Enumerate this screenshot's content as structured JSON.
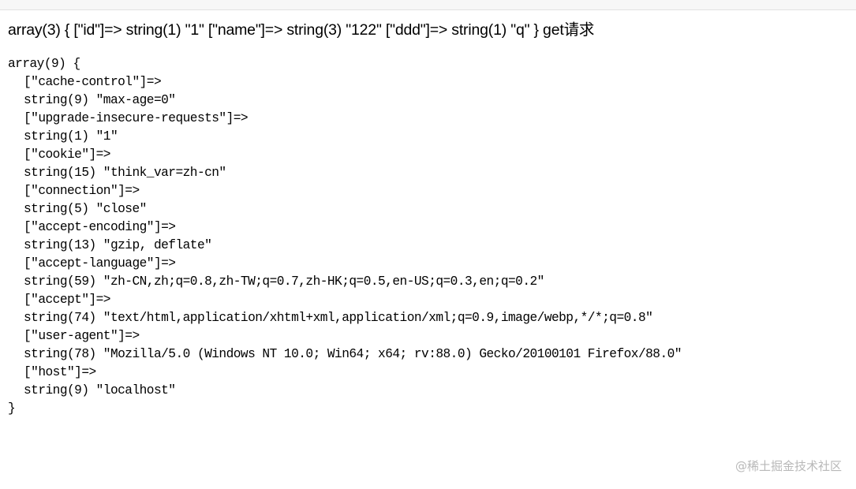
{
  "heading": "array(3) { [\"id\"]=> string(1) \"1\" [\"name\"]=> string(3) \"122\" [\"ddd\"]=> string(1) \"q\" } get请求",
  "dump": {
    "open": "array(9) {",
    "lines": [
      "[\"cache-control\"]=>",
      "string(9) \"max-age=0\"",
      "[\"upgrade-insecure-requests\"]=>",
      "string(1) \"1\"",
      "[\"cookie\"]=>",
      "string(15) \"think_var=zh-cn\"",
      "[\"connection\"]=>",
      "string(5) \"close\"",
      "[\"accept-encoding\"]=>",
      "string(13) \"gzip, deflate\"",
      "[\"accept-language\"]=>",
      "string(59) \"zh-CN,zh;q=0.8,zh-TW;q=0.7,zh-HK;q=0.5,en-US;q=0.3,en;q=0.2\"",
      "[\"accept\"]=>",
      "string(74) \"text/html,application/xhtml+xml,application/xml;q=0.9,image/webp,*/*;q=0.8\"",
      "[\"user-agent\"]=>",
      "string(78) \"Mozilla/5.0 (Windows NT 10.0; Win64; x64; rv:88.0) Gecko/20100101 Firefox/88.0\"",
      "[\"host\"]=>",
      "string(9) \"localhost\""
    ],
    "close": "}"
  },
  "watermark": "@稀土掘金技术社区"
}
